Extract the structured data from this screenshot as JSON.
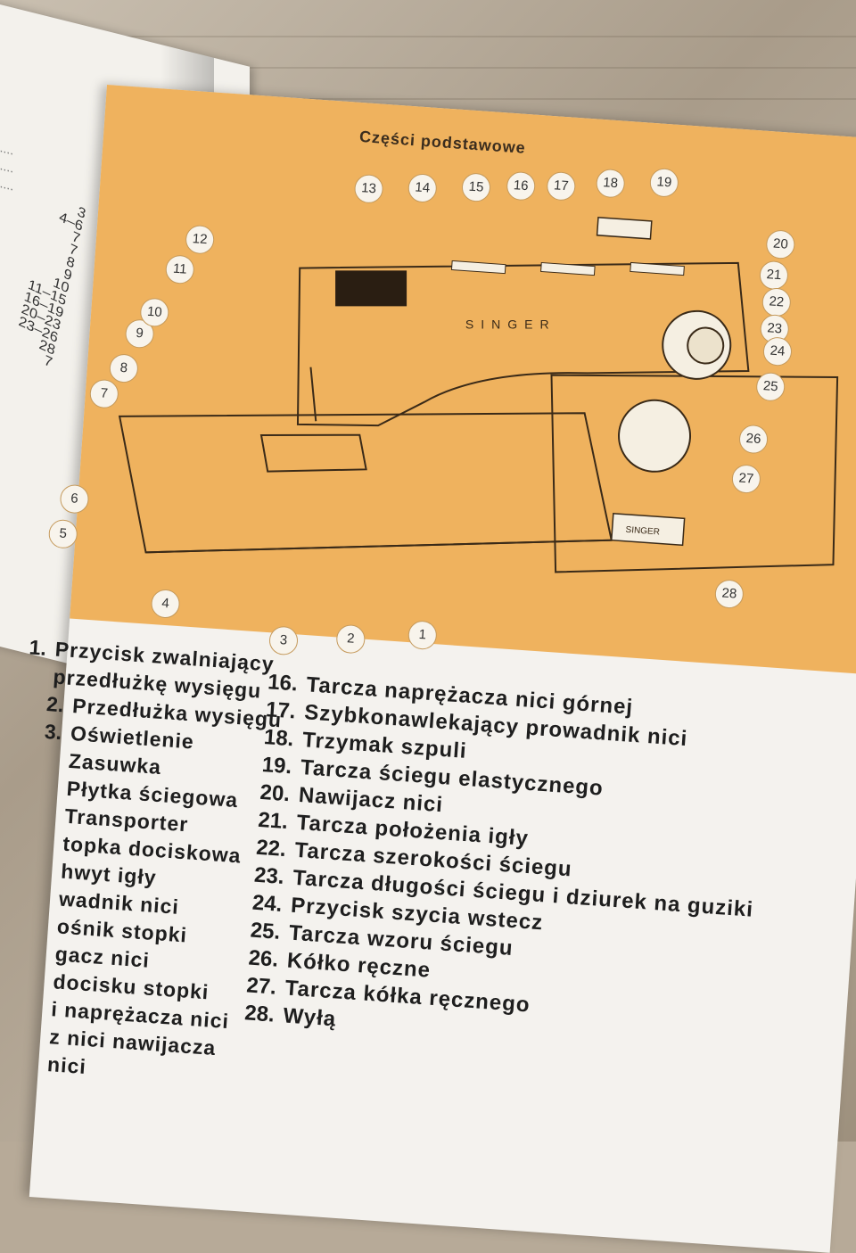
{
  "left_page": {
    "toc_numbers": [
      "3",
      "4–6",
      "7",
      "7",
      "8",
      "9",
      "10",
      "11–15",
      "16–19",
      "20–23",
      "23–26",
      "28",
      "7"
    ]
  },
  "header": {
    "title": "Części podstawowe"
  },
  "diagram": {
    "brand": "SINGER",
    "plate": "SINGER",
    "callouts": [
      "1",
      "2",
      "3",
      "4",
      "5",
      "6",
      "7",
      "8",
      "9",
      "10",
      "11",
      "12",
      "13",
      "14",
      "15",
      "16",
      "17",
      "18",
      "19",
      "20",
      "21",
      "22",
      "23",
      "24",
      "25",
      "26",
      "27",
      "28"
    ]
  },
  "parts_left": [
    {
      "num": "1.",
      "text": "Przycisk zwalniający przedłużkę wysięgu"
    },
    {
      "num": "2.",
      "text": "Przedłużka wysięgu"
    },
    {
      "num": "3.",
      "text": "Oświetlenie"
    },
    {
      "num": "",
      "text": "Zasuwka"
    },
    {
      "num": "",
      "text": "Płytka ściegowa"
    },
    {
      "num": "",
      "text": "Transporter"
    },
    {
      "num": "",
      "text": "topka dociskowa"
    },
    {
      "num": "",
      "text": "hwyt igły"
    },
    {
      "num": "",
      "text": "wadnik nici"
    },
    {
      "num": "",
      "text": "ośnik stopki"
    },
    {
      "num": "",
      "text": "gacz nici"
    },
    {
      "num": "",
      "text": "docisku stopki"
    },
    {
      "num": "",
      "text": "i naprężacza nici"
    },
    {
      "num": "",
      "text": "z nici nawijacza"
    },
    {
      "num": "",
      "text": "nici"
    }
  ],
  "parts_right": [
    {
      "num": "16.",
      "text": "Tarcza naprężacza nici górnej"
    },
    {
      "num": "17.",
      "text": "Szybkonawlekający prowadnik nici"
    },
    {
      "num": "18.",
      "text": "Trzymak szpuli"
    },
    {
      "num": "19.",
      "text": "Tarcza ściegu elastycznego"
    },
    {
      "num": "20.",
      "text": "Nawijacz nici"
    },
    {
      "num": "21.",
      "text": "Tarcza położenia igły"
    },
    {
      "num": "22.",
      "text": "Tarcza szerokości ściegu"
    },
    {
      "num": "23.",
      "text": "Tarcza długości ściegu i dziurek na guziki"
    },
    {
      "num": "24.",
      "text": "Przycisk szycia wstecz"
    },
    {
      "num": "25.",
      "text": "Tarcza wzoru ściegu"
    },
    {
      "num": "26.",
      "text": "Kółko ręczne"
    },
    {
      "num": "27.",
      "text": "Tarcza kółka ręcznego"
    },
    {
      "num": "28.",
      "text": "Wyłą"
    }
  ]
}
